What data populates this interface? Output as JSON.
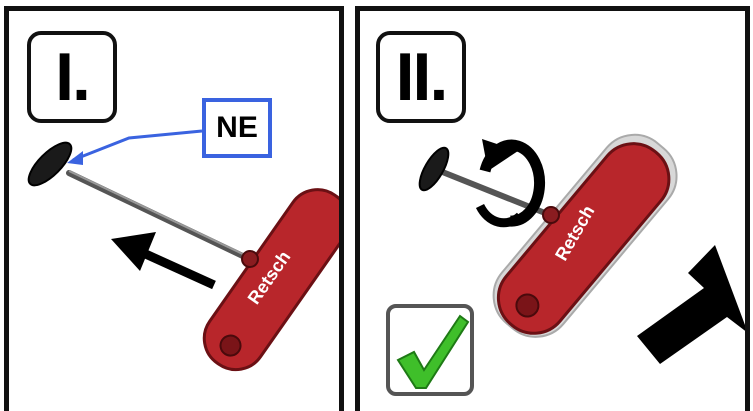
{
  "panels": [
    {
      "step": "I.",
      "callout": "NE",
      "brand": "Retsch"
    },
    {
      "step": "II.",
      "brand": "Retsch"
    }
  ],
  "colors": {
    "handle_red": "#b8262b",
    "callout_blue": "#3a63e0",
    "check_green": "#3fbf2a",
    "frame": "#111111"
  },
  "icons": [
    "left-arrow-icon",
    "rotate-arrow-icon",
    "push-arrow-icon",
    "checkmark-icon",
    "callout-arrow-icon"
  ]
}
